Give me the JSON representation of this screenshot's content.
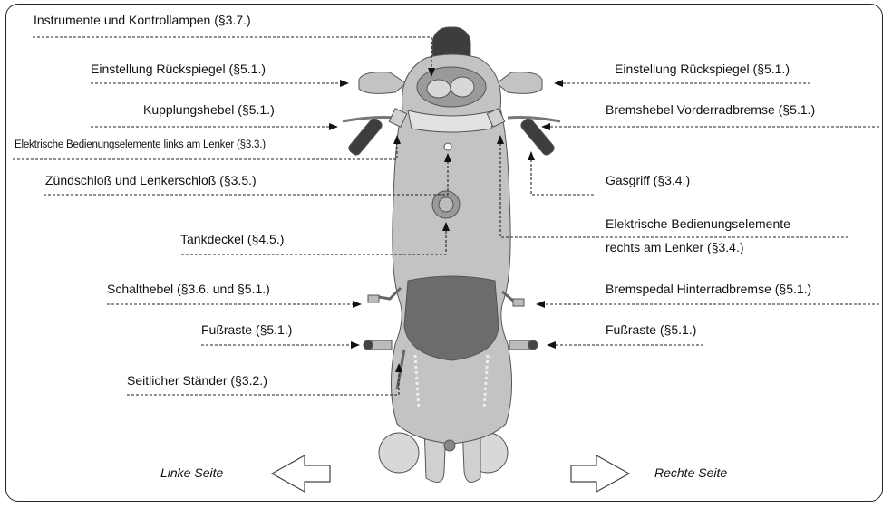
{
  "labels": {
    "instrumente": "Instrumente und Kontrollampen (§3.7.)",
    "rueckspiegel_links": "Einstellung Rückspiegel (§5.1.)",
    "rueckspiegel_rechts": "Einstellung Rückspiegel (§5.1.)",
    "kupplungshebel": "Kupplungshebel (§5.1.)",
    "bremshebel": "Bremshebel Vorderradbremse (§5.1.)",
    "elektrisch_links": "Elektrische Bedienungselemente links am Lenker (§3.3.)",
    "zuendschloss": "Zündschloß und Lenkerschloß (§3.5.)",
    "gasgriff": "Gasgriff (§3.4.)",
    "tankdeckel": "Tankdeckel (§4.5.)",
    "elektrisch_rechts_1": "Elektrische Bedienungselemente",
    "elektrisch_rechts_2": "rechts am Lenker (§3.4.)",
    "schalthebel": "Schalthebel (§3.6. und §5.1.)",
    "bremspedal": "Bremspedal Hinterradbremse (§5.1.)",
    "fussraste_links": "Fußraste (§5.1.)",
    "fussraste_rechts": "Fußraste (§5.1.)",
    "seitenstaender": "Seitlicher Ständer (§3.2.)",
    "linke_seite": "Linke Seite",
    "rechte_seite": "Rechte Seite"
  },
  "colors": {
    "body": "#c3c3c3",
    "body_dark": "#9a9a9a",
    "seat": "#6c6c6c",
    "tyre": "#3d3d3d",
    "outline": "#555555",
    "leader": "#222222"
  }
}
